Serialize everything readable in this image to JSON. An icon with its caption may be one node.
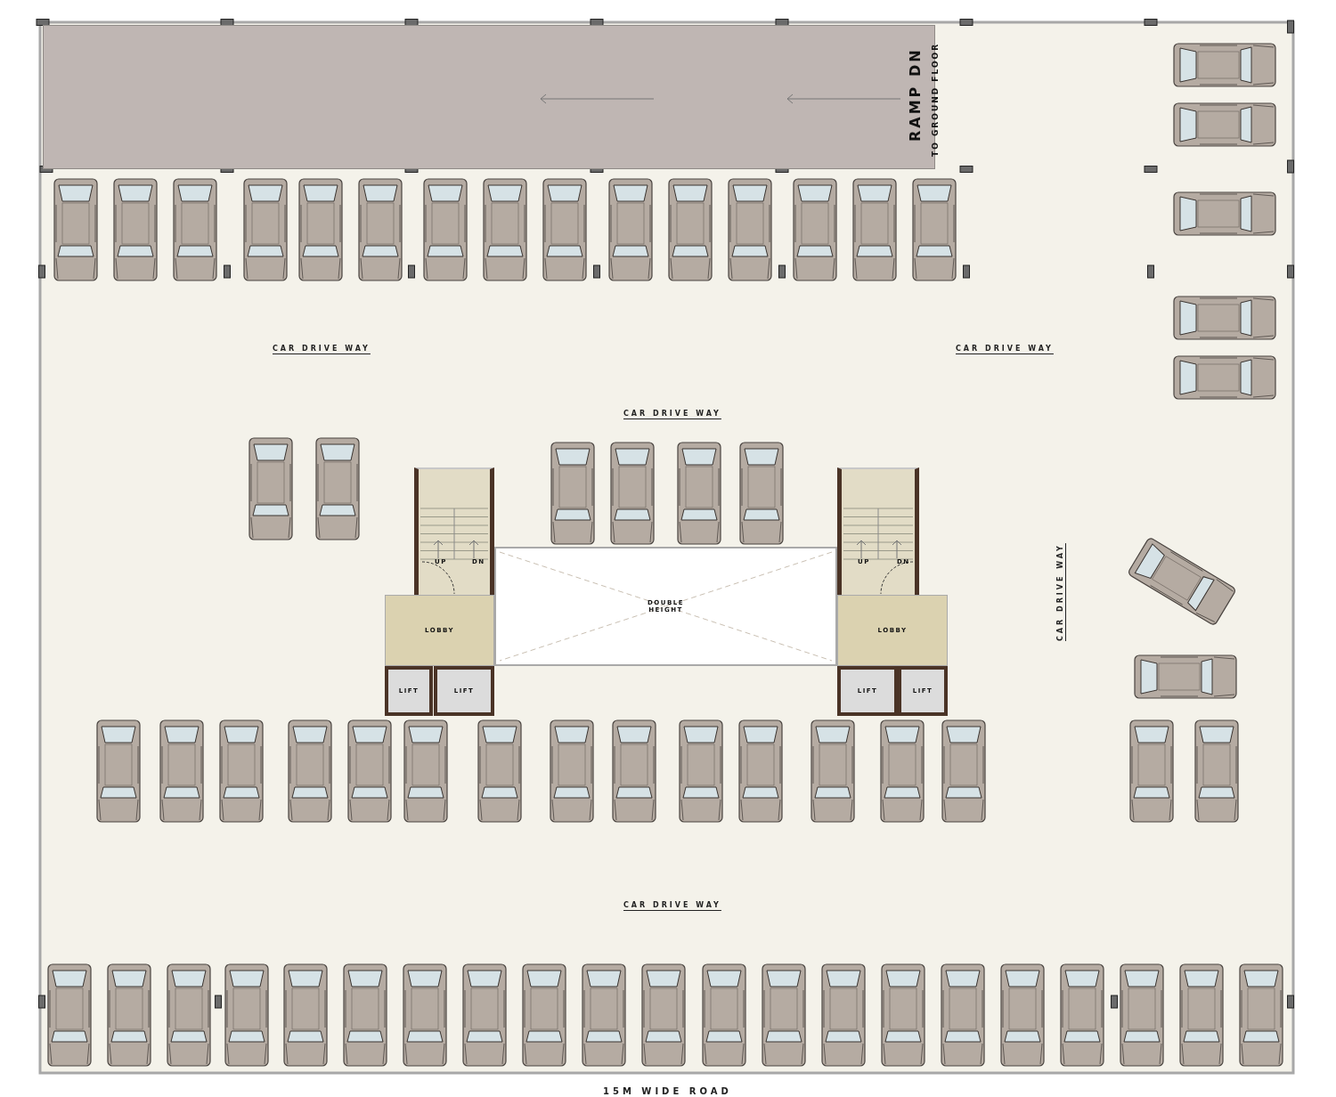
{
  "diagram": {
    "nodes": [
      {
        "text": [
          "RAMP DN",
          "TO GROUND FLOOR"
        ]
      },
      {
        "text": [
          "UP",
          "DN"
        ]
      },
      {
        "text": [
          "LOBBY"
        ]
      },
      {
        "text": [
          "LIFT"
        ]
      },
      {
        "text": [
          "LIFT"
        ]
      },
      {
        "text": [
          "DOUBLE HEIGHT"
        ]
      },
      {
        "text": [
          "UP",
          "DN"
        ]
      },
      {
        "text": [
          "LOBBY"
        ]
      },
      {
        "text": [
          "LIFT"
        ]
      },
      {
        "text": [
          "LIFT"
        ]
      }
    ],
    "edges": [],
    "labels": [
      "CAR DRIVE WAY",
      "CAR DRIVE WAY",
      "CAR DRIVE WAY",
      "CAR DRIVE WAY",
      "CAR DRIVE WAY",
      "15M WIDE ROAD"
    ]
  }
}
